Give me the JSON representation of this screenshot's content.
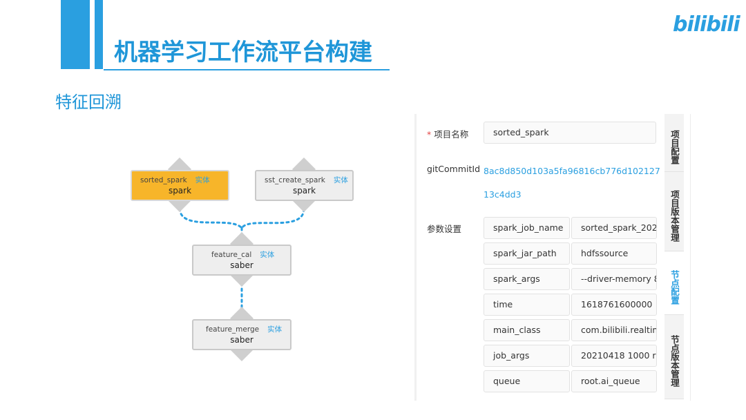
{
  "slide": {
    "title": "机器学习工作流平台构建",
    "subtitle": "特征回溯",
    "logo": "bilibili",
    "accent_color": "#2a9fe0"
  },
  "dag": {
    "nodes": [
      {
        "name": "sorted_spark",
        "entity": "实体",
        "type": "spark",
        "selected": true
      },
      {
        "name": "sst_create_spark",
        "entity": "实体",
        "type": "spark",
        "selected": false
      },
      {
        "name": "feature_cal",
        "entity": "实体",
        "type": "saber",
        "selected": false
      },
      {
        "name": "feature_merge",
        "entity": "实体",
        "type": "saber",
        "selected": false
      }
    ]
  },
  "form": {
    "project_name_label": "项目名称",
    "project_name_value": "sorted_spark",
    "git_commit_label": "gitCommitId",
    "git_commit_value": "8ac8d850d103a5fa96816cb776d10212713c4dd3",
    "params_label": "参数设置",
    "params": [
      {
        "key": "spark_job_name",
        "value": "sorted_spark_202"
      },
      {
        "key": "spark_jar_path",
        "value": "hdfssource"
      },
      {
        "key": "spark_args",
        "value": "--driver-memory 8"
      },
      {
        "key": "time",
        "value": "1618761600000"
      },
      {
        "key": "main_class",
        "value": "com.bilibili.realtim"
      },
      {
        "key": "job_args",
        "value": "20210418 1000 r"
      },
      {
        "key": "queue",
        "value": "root.ai_queue"
      }
    ]
  },
  "tabs": [
    {
      "label": "项目配置",
      "active": false
    },
    {
      "label": "项目版本管理",
      "active": false
    },
    {
      "label": "节点配置",
      "active": true
    },
    {
      "label": "节点版本管理",
      "active": false
    }
  ]
}
